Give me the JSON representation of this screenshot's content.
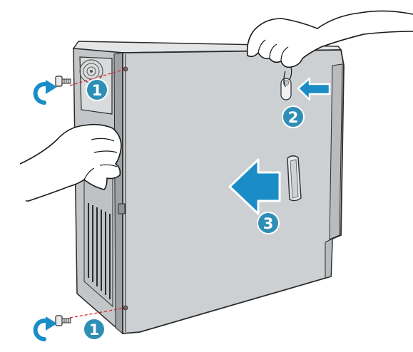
{
  "colors": {
    "step_badge": "#2e8eb6",
    "arrow": "#1a8dc7",
    "side_panel": "#cdd0d2",
    "chassis": "#c9cbcd",
    "outline": "#2b2b2b",
    "guide_line": "#d8242e"
  },
  "icons": {
    "rotate_arrow": "counterclockwise-rotate-arrow-icon",
    "screw": "thumbscrew-icon",
    "push_arrow": "left-push-arrow-icon",
    "slide_arrow": "left-slide-arrow-icon"
  },
  "steps": [
    {
      "number": "1",
      "action": "remove-top-rear-screw"
    },
    {
      "number": "1",
      "action": "remove-bottom-rear-screw"
    },
    {
      "number": "2",
      "action": "press-release-button"
    },
    {
      "number": "3",
      "action": "slide-panel-off"
    }
  ]
}
